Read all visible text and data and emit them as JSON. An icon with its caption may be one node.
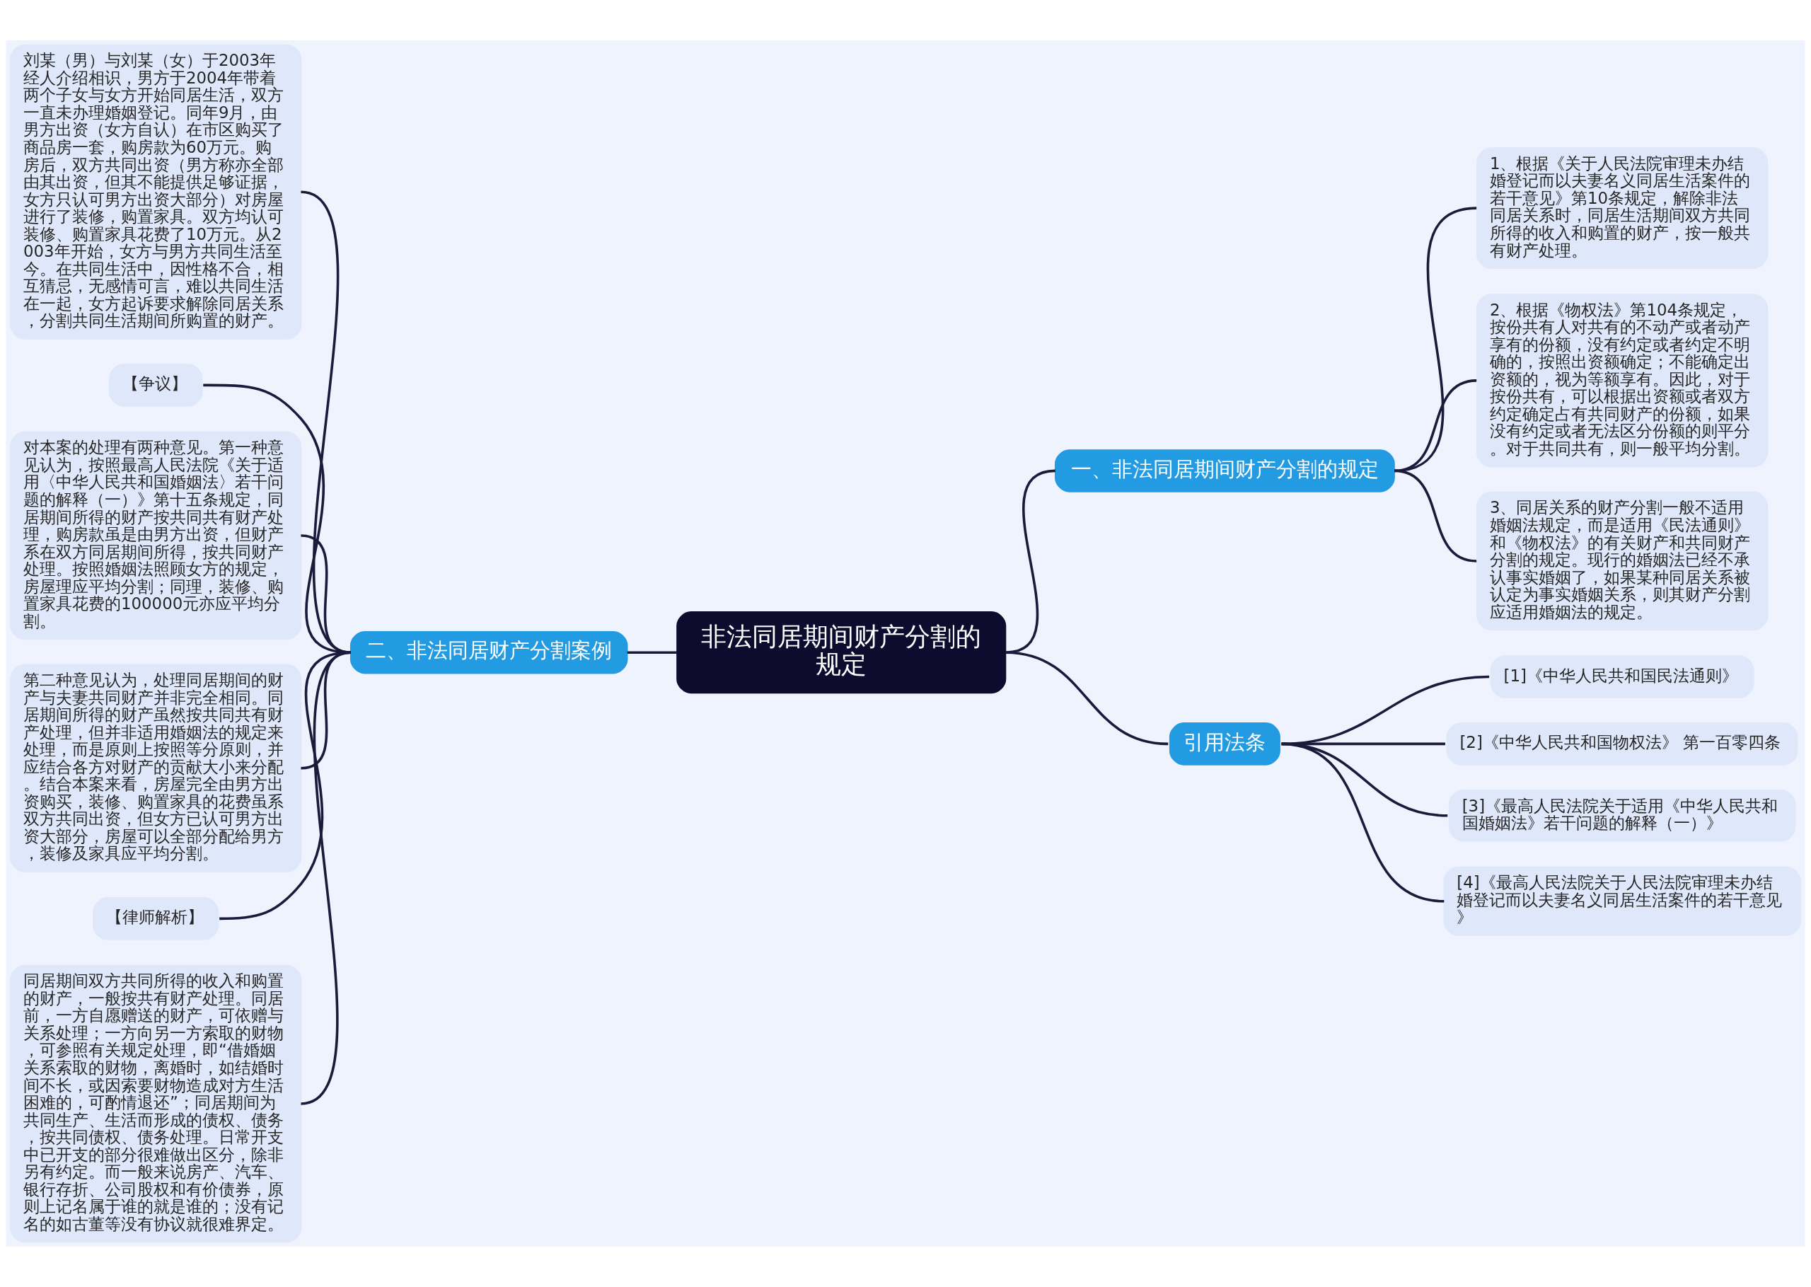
{
  "diagram": {
    "nodes": [
      {
        "text": [
          "非法同居期间财产分割的规定"
        ]
      },
      {
        "text": [
          "一、非法同居期间财产分割的规定"
        ]
      },
      {
        "text": [
          "1、根据《关于人民法院审理未办结婚登记而以夫妻名义同居生活案件的若干意见》第10条规定，解除非法同居关系时，同居生活期间双方共同所得的收入和购置的财产，按一般共有财产处理。"
        ]
      },
      {
        "text": [
          "2、根据《物权法》第104条规定，按份共有人对共有的不动产或者动产享有的份额，没有约定或者约定不明确的，按照出资额确定；不能确定出资额的，视为等额享有。因此，对于按份共有，可以根据出资额或者双方约定确定占有共同财产的份额，如果没有约定或者无法区分份额的则平分。对于共同共有，则一般平均分割。"
        ]
      },
      {
        "text": [
          "3、同居关系的财产分割一般不适用婚姻法规定，而是适用《民法通则》和《物权法》的有关财产和共同财产分割的规定。现行的婚姻法已经不承认事实婚姻了，如果某种同居关系被认定为事实婚姻关系，则其财产分割应适用婚姻法的规定。"
        ]
      },
      {
        "text": [
          "二、非法同居财产分割案例"
        ]
      },
      {
        "text": [
          "刘某（男）与刘某（女）于2003年经人介绍相识，男方于2004年带着两个子女与女方开始同居生活，双方一直未办理婚姻登记。同年9月，由男方出资（女方自认）在市区购买了商品房一套，购房款为60万元。购房后，双方共同出资（男方称亦全部由其出资，但其不能提供足够证据，女方只认可男方出资大部分）对房屋进行了装修，购置家具。双方均认可装修、购置家具花费了10万元。从2003年开始，女方与男方共同生活至今。在共同生活中，因性格不合，相互猜忌，无感情可言，难以共同生活在一起，女方起诉要求解除同居关系，分割共同生活期间所购置的财产。"
        ]
      },
      {
        "text": [
          "【争议】"
        ]
      },
      {
        "text": [
          "对本案的处理有两种意见。第一种意见认为，按照最高人民法院《关于适用〈中华人民共和国婚姻法〉若干问题的解释（一）》第十五条规定，同居期间所得的财产按共同共有财产处理，购房款虽是由男方出资，但财产系在双方同居期间所得，按共同财产处理。按照婚姻法照顾女方的规定，房屋理应平均分割；同理，装修、购置家具花费的100000元亦应平均分割。"
        ]
      },
      {
        "text": [
          "第二种意见认为，处理同居期间的财产与夫妻共同财产并非完全相同。同居期间所得的财产虽然按共同共有财产处理，但并非适用婚姻法的规定来处理，而是原则上按照等分原则，并应结合各方对财产的贡献大小来分配。结合本案来看，房屋完全由男方出资购买，装修、购置家具的花费虽系双方共同出资，但女方已认可男方出资大部分，房屋可以全部分配给男方，装修及家具应平均分割。"
        ]
      },
      {
        "text": [
          "【律师解析】"
        ]
      },
      {
        "text": [
          "同居期间双方共同所得的收入和购置的财产，一般按共有财产处理。同居前，一方自愿赠送的财产，可依赠与关系处理；一方向另一方索取的财物，可参照有关规定处理，即“借婚姻关系索取的财物，离婚时，如结婚时间不长，或因索要财物造成对方生活困难的，可酌情退还”；同居期间为共同生产、生活而形成的债权、债务，按共同债权、债务处理。日常开支中已开支的部分很难做出区分，除非另有约定。而一般来说房产、汽车、银行存折、公司股权和有价债券，原则上记名属于谁的就是谁的；没有记名的如古董等没有协议就很难界定。"
        ]
      },
      {
        "text": [
          "引用法条"
        ]
      },
      {
        "text": [
          "[1]《中华人民共和国民法通则》"
        ]
      },
      {
        "text": [
          "[2]《中华人民共和国物权法》 第一百零四条"
        ]
      },
      {
        "text": [
          "[3]《最高人民法院关于适用《中华人民共和国婚姻法》若干问题的解释（一）》"
        ]
      },
      {
        "text": [
          "[4]《最高人民法院关于人民法院审理未办结婚登记而以夫妻名义同居生活案件的若干意见》"
        ]
      }
    ],
    "edges": [
      {
        "from": 0,
        "to": 1,
        "arrow": "none"
      },
      {
        "from": 1,
        "to": 2,
        "arrow": "none"
      },
      {
        "from": 1,
        "to": 3,
        "arrow": "none"
      },
      {
        "from": 1,
        "to": 4,
        "arrow": "none"
      },
      {
        "from": 0,
        "to": 5,
        "arrow": "none"
      },
      {
        "from": 5,
        "to": 6,
        "arrow": "none"
      },
      {
        "from": 5,
        "to": 7,
        "arrow": "none"
      },
      {
        "from": 5,
        "to": 8,
        "arrow": "none"
      },
      {
        "from": 5,
        "to": 9,
        "arrow": "none"
      },
      {
        "from": 5,
        "to": 10,
        "arrow": "none"
      },
      {
        "from": 5,
        "to": 11,
        "arrow": "none"
      },
      {
        "from": 0,
        "to": 12,
        "arrow": "none"
      },
      {
        "from": 12,
        "to": 13,
        "arrow": "none"
      },
      {
        "from": 12,
        "to": 14,
        "arrow": "none"
      },
      {
        "from": 12,
        "to": 15,
        "arrow": "none"
      },
      {
        "from": 12,
        "to": 16,
        "arrow": "none"
      }
    ]
  }
}
